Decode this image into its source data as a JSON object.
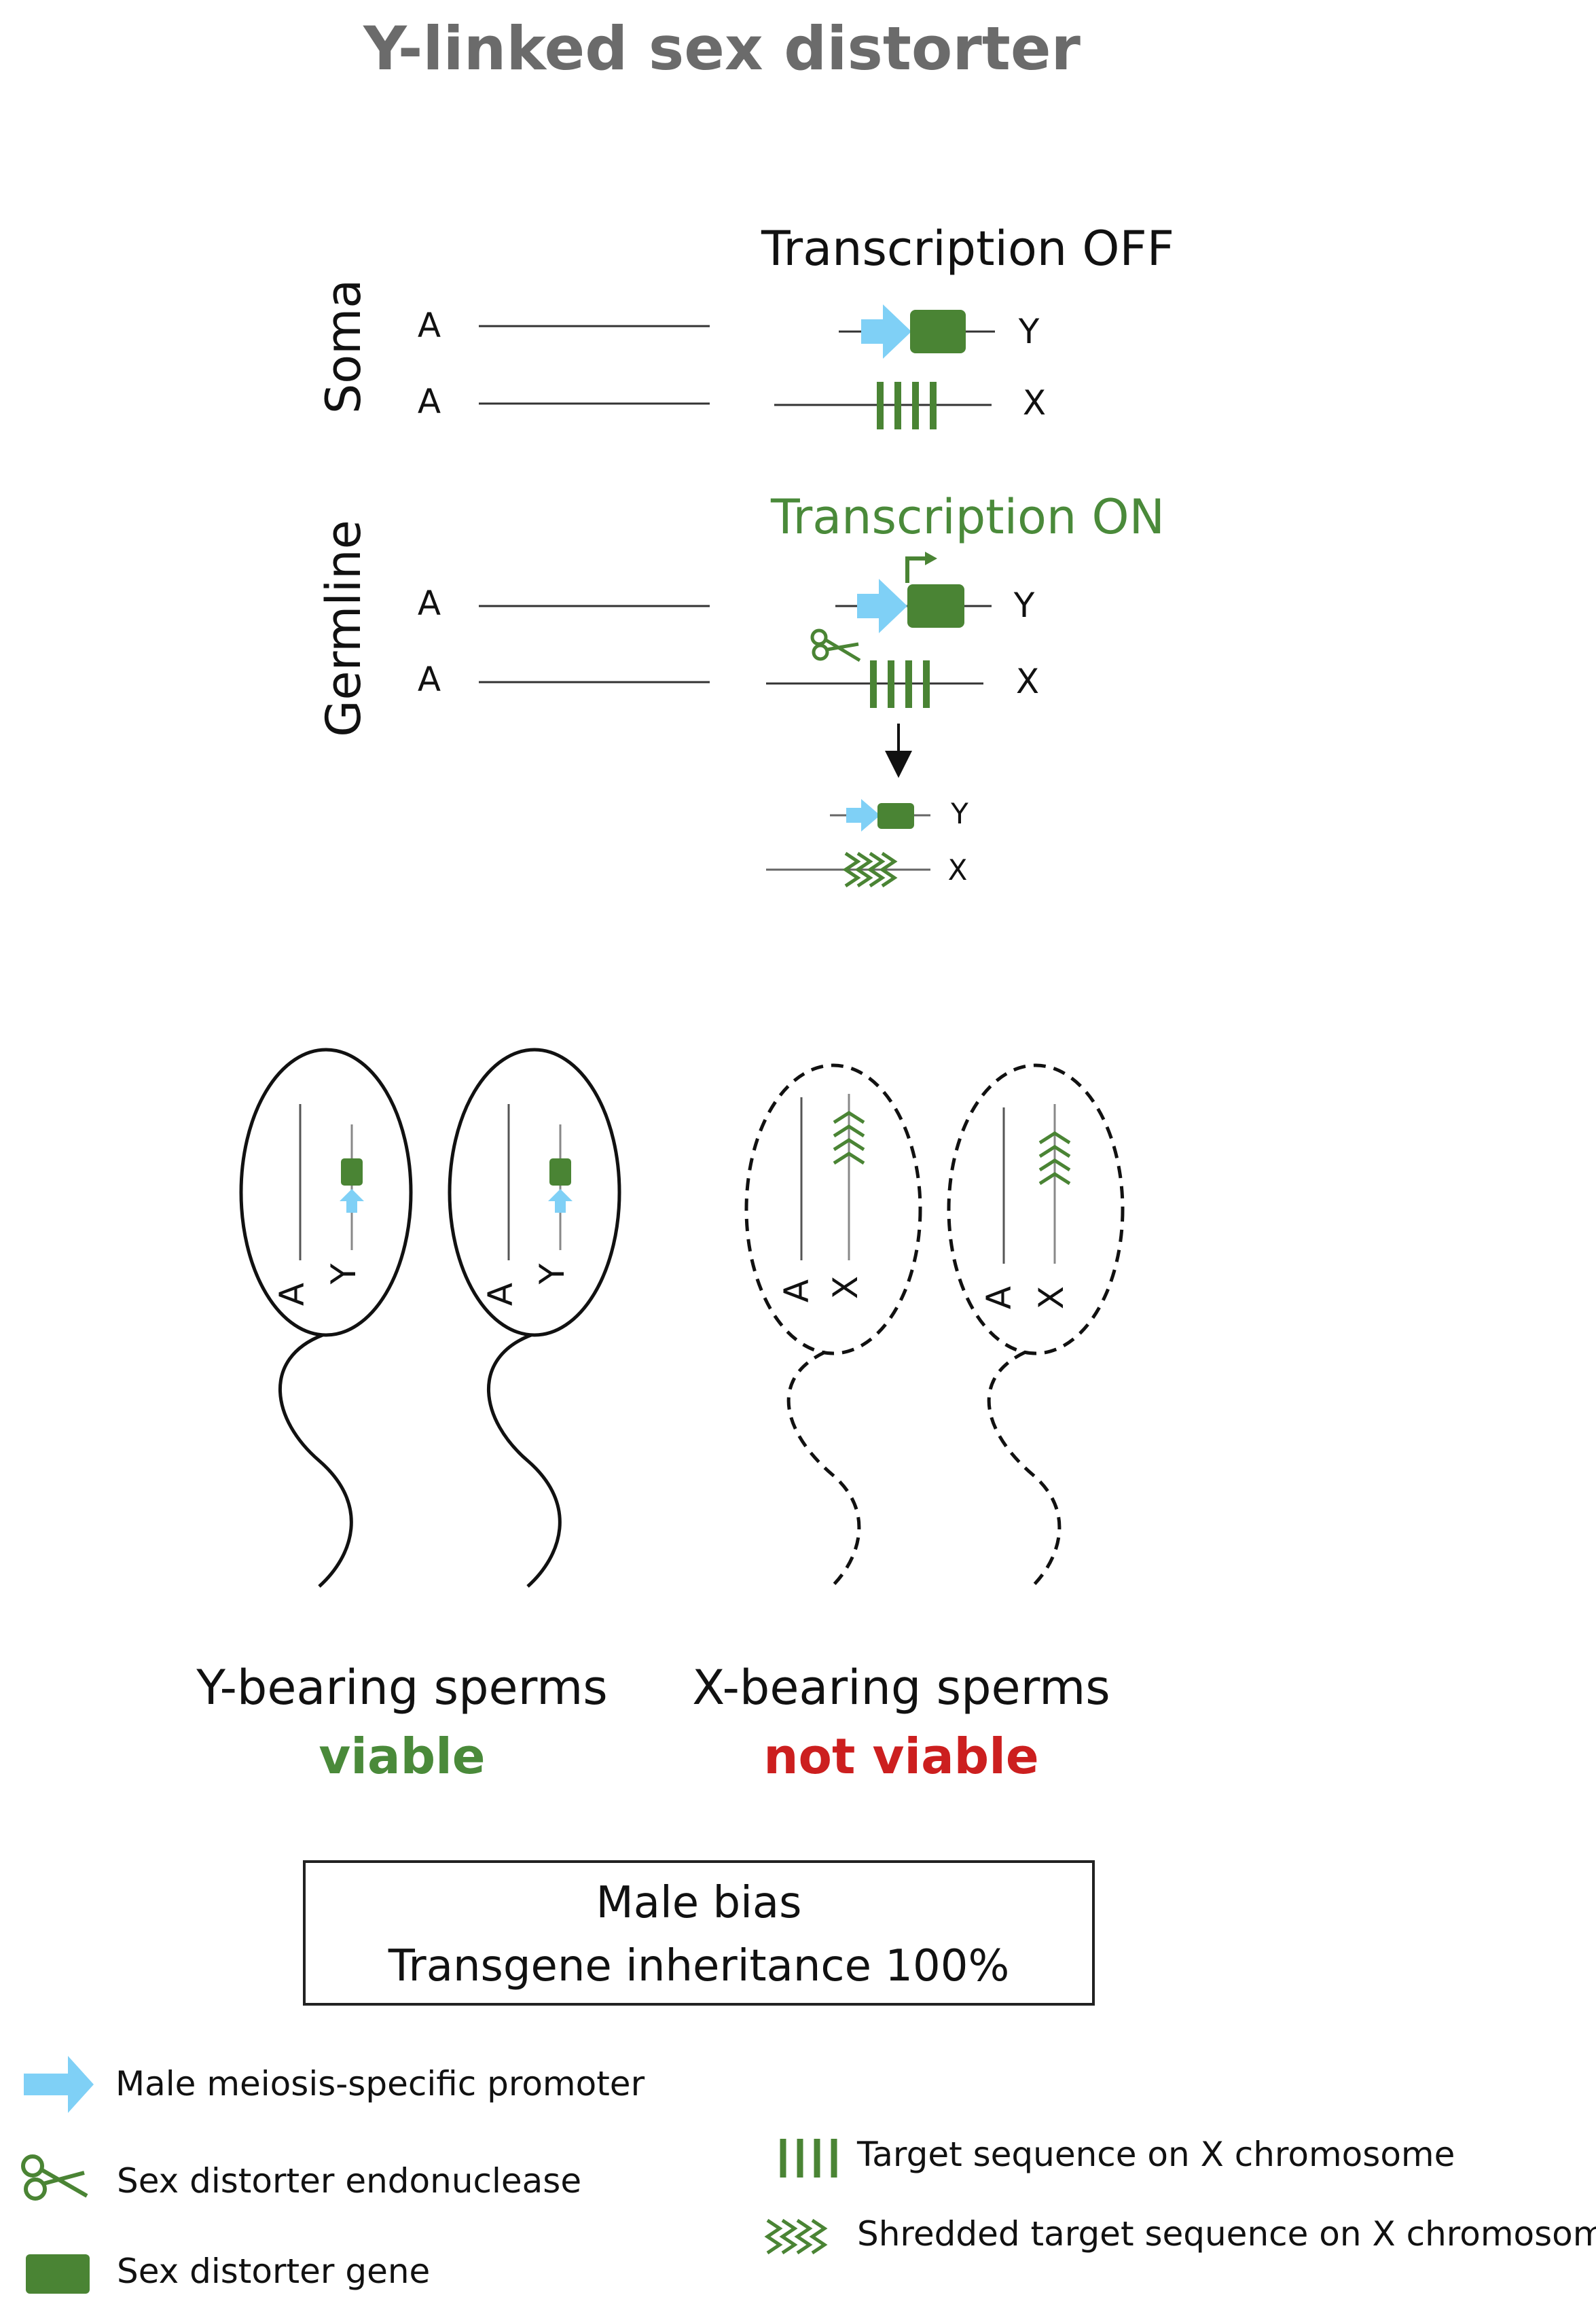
{
  "title": "Y-linked sex distorter",
  "tissues": {
    "soma": "Soma",
    "germline": "Germline"
  },
  "states": {
    "off": "Transcription OFF",
    "on": "Transcription ON"
  },
  "chromosomes": {
    "autosome": "A",
    "y": "Y",
    "x": "X"
  },
  "sperm": {
    "y_title": "Y-bearing sperms",
    "y_status": "viable",
    "x_title": "X-bearing sperms",
    "x_status": "not viable"
  },
  "outcome": {
    "line1": "Male bias",
    "line2": "Transgene inheritance 100%"
  },
  "legend": {
    "promoter": "Male meiosis-specific promoter",
    "endonuclease": "Sex distorter endonuclease",
    "gene": "Sex distorter gene",
    "target": "Target sequence on X chromosome",
    "shredded": "Shredded target sequence on X chromosome"
  },
  "icons": [
    "promoter-arrow-icon",
    "scissors-icon",
    "gene-box-icon",
    "target-bars-icon",
    "shredded-chevron-icon",
    "transcription-start-arrow-icon"
  ],
  "colors": {
    "title": "#6b6b6b",
    "promoter": "#7fd0f6",
    "gene": "#4a8434",
    "on_text": "#4a8a3a",
    "viable": "#4a8a3a",
    "not_viable": "#cc1f1f"
  }
}
